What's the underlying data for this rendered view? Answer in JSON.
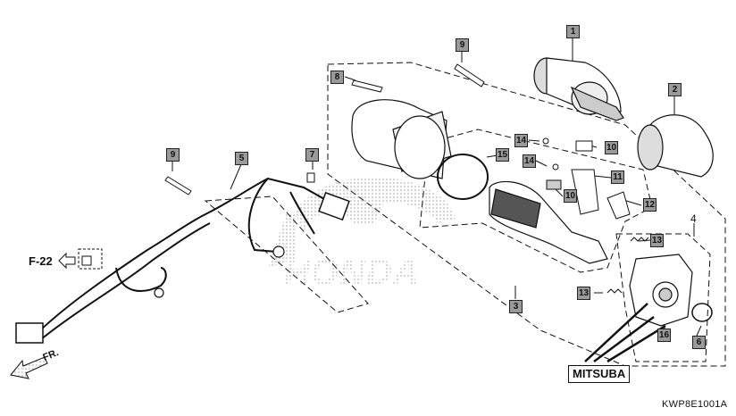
{
  "diagram": {
    "callouts": {
      "c1": "1",
      "c2": "2",
      "c3": "3",
      "c4": "4",
      "c5": "5",
      "c6": "6",
      "c7": "7",
      "c8": "8",
      "c9a": "9",
      "c9b": "9",
      "c10a": "10",
      "c10b": "10",
      "c11": "11",
      "c12": "12",
      "c13a": "13",
      "c13b": "13",
      "c14a": "14",
      "c14b": "14",
      "c15": "15",
      "c16": "16"
    },
    "reference": "F-22",
    "brand_label": "MITSUBA",
    "direction_label": "FR.",
    "diagram_code": "KWP8E1001A",
    "watermark": "HONDA"
  }
}
